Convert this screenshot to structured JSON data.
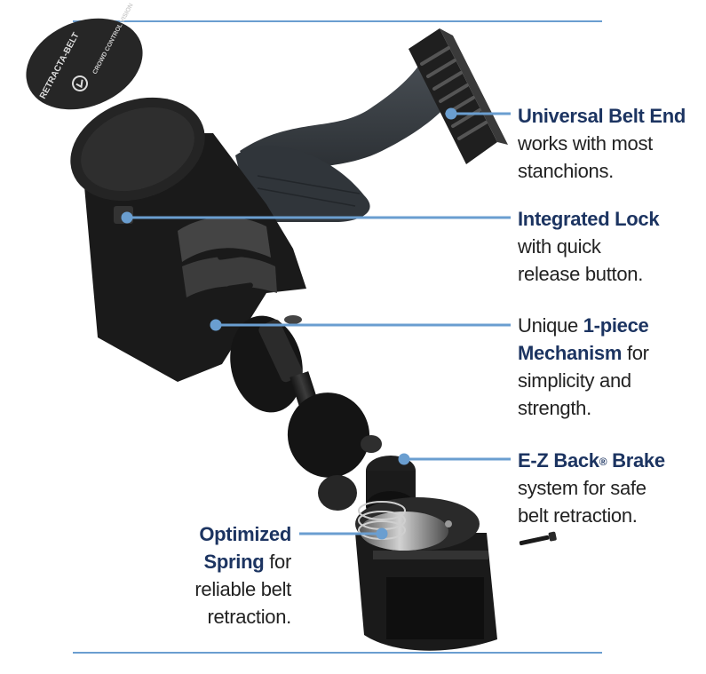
{
  "colors": {
    "leader": "#6a9ed0",
    "highlight": "#1c3461",
    "body_text": "#222222",
    "part_dark": "#1e1e1e",
    "part_mid": "#3a3a3a",
    "belt": "#353a3f",
    "metal": "#a9a9a9"
  },
  "logo": {
    "brand": "RETRACTA-BELT",
    "company": "CROWD CONTROL VISION"
  },
  "callouts": {
    "universal": {
      "title": "Universal Belt End",
      "body_1": "works with most",
      "body_2": "stanchions."
    },
    "lock": {
      "title": "Integrated Lock",
      "body_1": "with quick",
      "body_2": "release button."
    },
    "mechanism": {
      "pre": "Unique",
      "title_1": "1-piece",
      "title_2": "Mechanism",
      "post_2": "for",
      "body_3": "simplicity and",
      "body_4": "strength."
    },
    "brake": {
      "title": "E-Z Back",
      "mark": "®",
      "title_2": "Brake",
      "body_1": "system for safe",
      "body_2": "belt retraction."
    },
    "spring": {
      "title_1": "Optimized",
      "title_2": "Spring",
      "post_2": "for",
      "body_3": "reliable belt",
      "body_4": "retraction."
    }
  }
}
